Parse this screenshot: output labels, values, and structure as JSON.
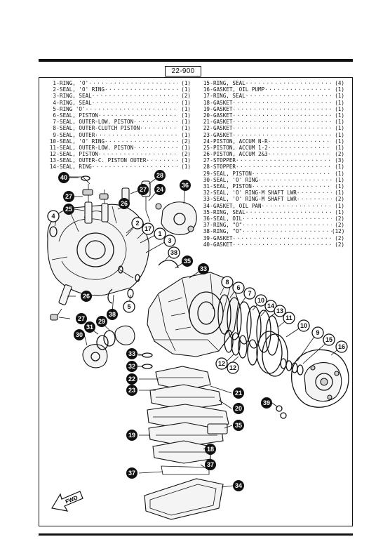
{
  "page_ref": "22-900",
  "parts_left": [
    {
      "no": "1",
      "name": "RING,  'O'",
      "qty": "(1)"
    },
    {
      "no": "2",
      "name": "SEAL,  'O' RING",
      "qty": "(1)"
    },
    {
      "no": "3",
      "name": "RING, SEAL",
      "qty": "(2)"
    },
    {
      "no": "4",
      "name": "RING, SEAL",
      "qty": "(1)"
    },
    {
      "no": "5",
      "name": "RING  'O'",
      "qty": "(1)"
    },
    {
      "no": "6",
      "name": "SEAL, PISTON",
      "qty": "(1)"
    },
    {
      "no": "7",
      "name": "SEAL, OUTER-LOW. PISTON",
      "qty": "(1)"
    },
    {
      "no": "8",
      "name": "SEAL, OUTER-CLUTCH PISTON",
      "qty": "(1)"
    },
    {
      "no": "9",
      "name": "SEAL, OUTER",
      "qty": "(1)"
    },
    {
      "no": "10",
      "name": "SEAL,  'O' RING",
      "qty": "(2)"
    },
    {
      "no": "11",
      "name": "SEAL, OUTER-LOW. PISTON",
      "qty": "(1)"
    },
    {
      "no": "12",
      "name": "SEAL, PISTON",
      "qty": "(2)"
    },
    {
      "no": "13",
      "name": "SEAL, OUTER-C. PISTON OUTER",
      "qty": "(1)"
    },
    {
      "no": "14",
      "name": "SEAL, RING",
      "qty": "(1)"
    }
  ],
  "parts_right": [
    {
      "no": "15",
      "name": "RING, SEAL",
      "qty": "(4)"
    },
    {
      "no": "16",
      "name": "GASKET, OIL PUMP",
      "qty": "(1)"
    },
    {
      "no": "17",
      "name": "RING, SEAL",
      "qty": "(1)"
    },
    {
      "no": "18",
      "name": "GASKET",
      "qty": "(1)"
    },
    {
      "no": "19",
      "name": "GASKET",
      "qty": "(1)"
    },
    {
      "no": "20",
      "name": "GASKET",
      "qty": "(1)"
    },
    {
      "no": "21",
      "name": "GASKET",
      "qty": "(1)"
    },
    {
      "no": "22",
      "name": "GASKET",
      "qty": "(1)"
    },
    {
      "no": "23",
      "name": "GASKET",
      "qty": "(1)"
    },
    {
      "no": "24",
      "name": "PISTON, ACCUM N-R",
      "qty": "(1)"
    },
    {
      "no": "25",
      "name": "PISTON, ACCUM 1-2",
      "qty": "(1)"
    },
    {
      "no": "26",
      "name": "PISTON, ACCUM 2&3",
      "qty": "(2)"
    },
    {
      "no": "27",
      "name": "STOPPER",
      "qty": "(3)"
    },
    {
      "no": "28",
      "name": "STOPPER",
      "qty": "(1)"
    },
    {
      "no": "29",
      "name": "SEAL, PISTON",
      "qty": "(1)"
    },
    {
      "no": "30",
      "name": "SEAL, 'O' RING",
      "qty": "(1)"
    },
    {
      "no": "31",
      "name": "SEAL, PISTON",
      "qty": "(1)"
    },
    {
      "no": "32",
      "name": "SEAL, 'O' RING-M SHAFT LWR",
      "qty": "(1)"
    },
    {
      "no": "33",
      "name": "SEAL, 'O' RING-M SHAFT LWR",
      "qty": "(2)"
    },
    {
      "no": "34",
      "name": "GASKET, OIL PAN",
      "qty": "(1)"
    },
    {
      "no": "35",
      "name": "RING, SEAL",
      "qty": "(1)"
    },
    {
      "no": "36",
      "name": "SEAL, OIL",
      "qty": "(2)"
    },
    {
      "no": "37",
      "name": "RING, \"O\"",
      "qty": "(2)"
    },
    {
      "no": "38",
      "name": "RING, \"O\"",
      "qty": "(12)"
    },
    {
      "no": "39",
      "name": "GASKET",
      "qty": "(2)"
    },
    {
      "no": "40",
      "name": "GASKET",
      "qty": "(2)"
    }
  ],
  "callouts": {
    "c1": "1",
    "c2": "2",
    "c3": "3",
    "c4": "4",
    "c5": "5",
    "c6": "6",
    "c7": "7",
    "c8": "8",
    "c9": "9",
    "c10": "10",
    "c10b": "10",
    "c11": "11",
    "c12": "12",
    "c12b": "12",
    "c13": "13",
    "c14": "14",
    "c15": "15",
    "c16": "16",
    "c17": "17",
    "c18": "18",
    "c19": "19",
    "c20": "20",
    "c21": "21",
    "c22": "22",
    "c23": "23",
    "c24": "24",
    "c25": "25",
    "c26": "26",
    "c26b": "26",
    "c27": "27",
    "c27b": "27",
    "c27c": "27",
    "c28": "28",
    "c29": "29",
    "c30": "30",
    "c31": "31",
    "c32": "32",
    "c33": "33",
    "c34": "34",
    "c35": "35",
    "c35b": "35",
    "c36": "36",
    "c37": "37",
    "c37b": "37",
    "c38": "38",
    "c38b": "38",
    "c39": "39",
    "c40": "40"
  },
  "fwd_label": "FWD"
}
